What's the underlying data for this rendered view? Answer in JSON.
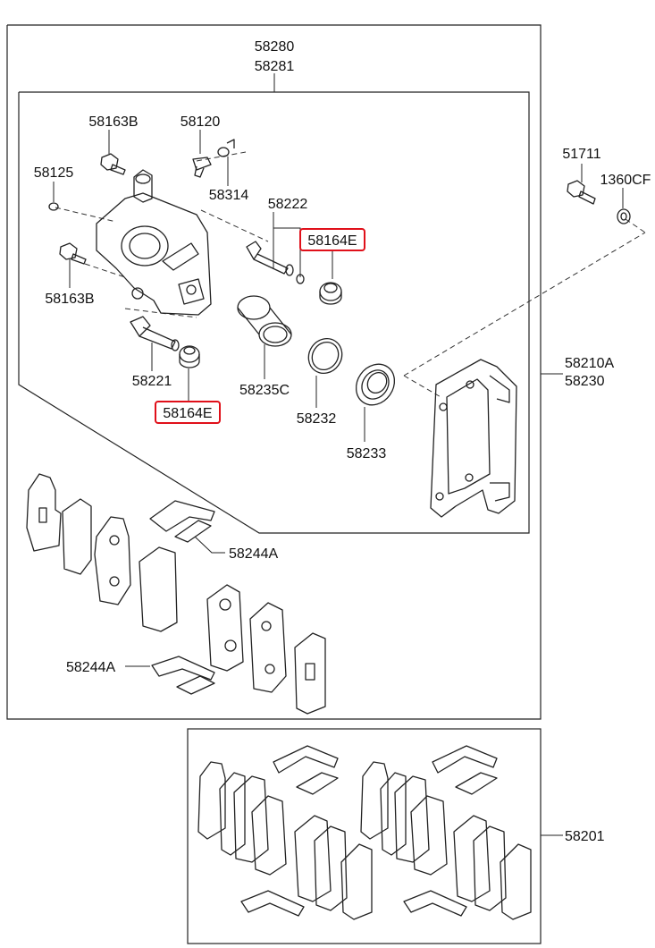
{
  "labels": {
    "caliper_asm_a": "58280",
    "caliper_asm_b": "58281",
    "bolt_top": "58163B",
    "bleeder": "58120",
    "cap_small": "58125",
    "cap_bleeder": "58314",
    "guide_pin_upper": "58222",
    "boot_upper": "58164E",
    "bolt_left": "58163B",
    "guide_pin_lower": "58221",
    "boot_lower": "58164E",
    "piston": "58235C",
    "piston_seal": "58232",
    "piston_boot": "58233",
    "carrier_bolt": "51711",
    "washer": "1360CF",
    "carrier_a": "58210A",
    "carrier_b": "58230",
    "clip_upper": "58244A",
    "clip_lower": "58244A",
    "pad_kit": "58201"
  },
  "colors": {
    "highlight": "#e0101a",
    "line": "#222222"
  }
}
